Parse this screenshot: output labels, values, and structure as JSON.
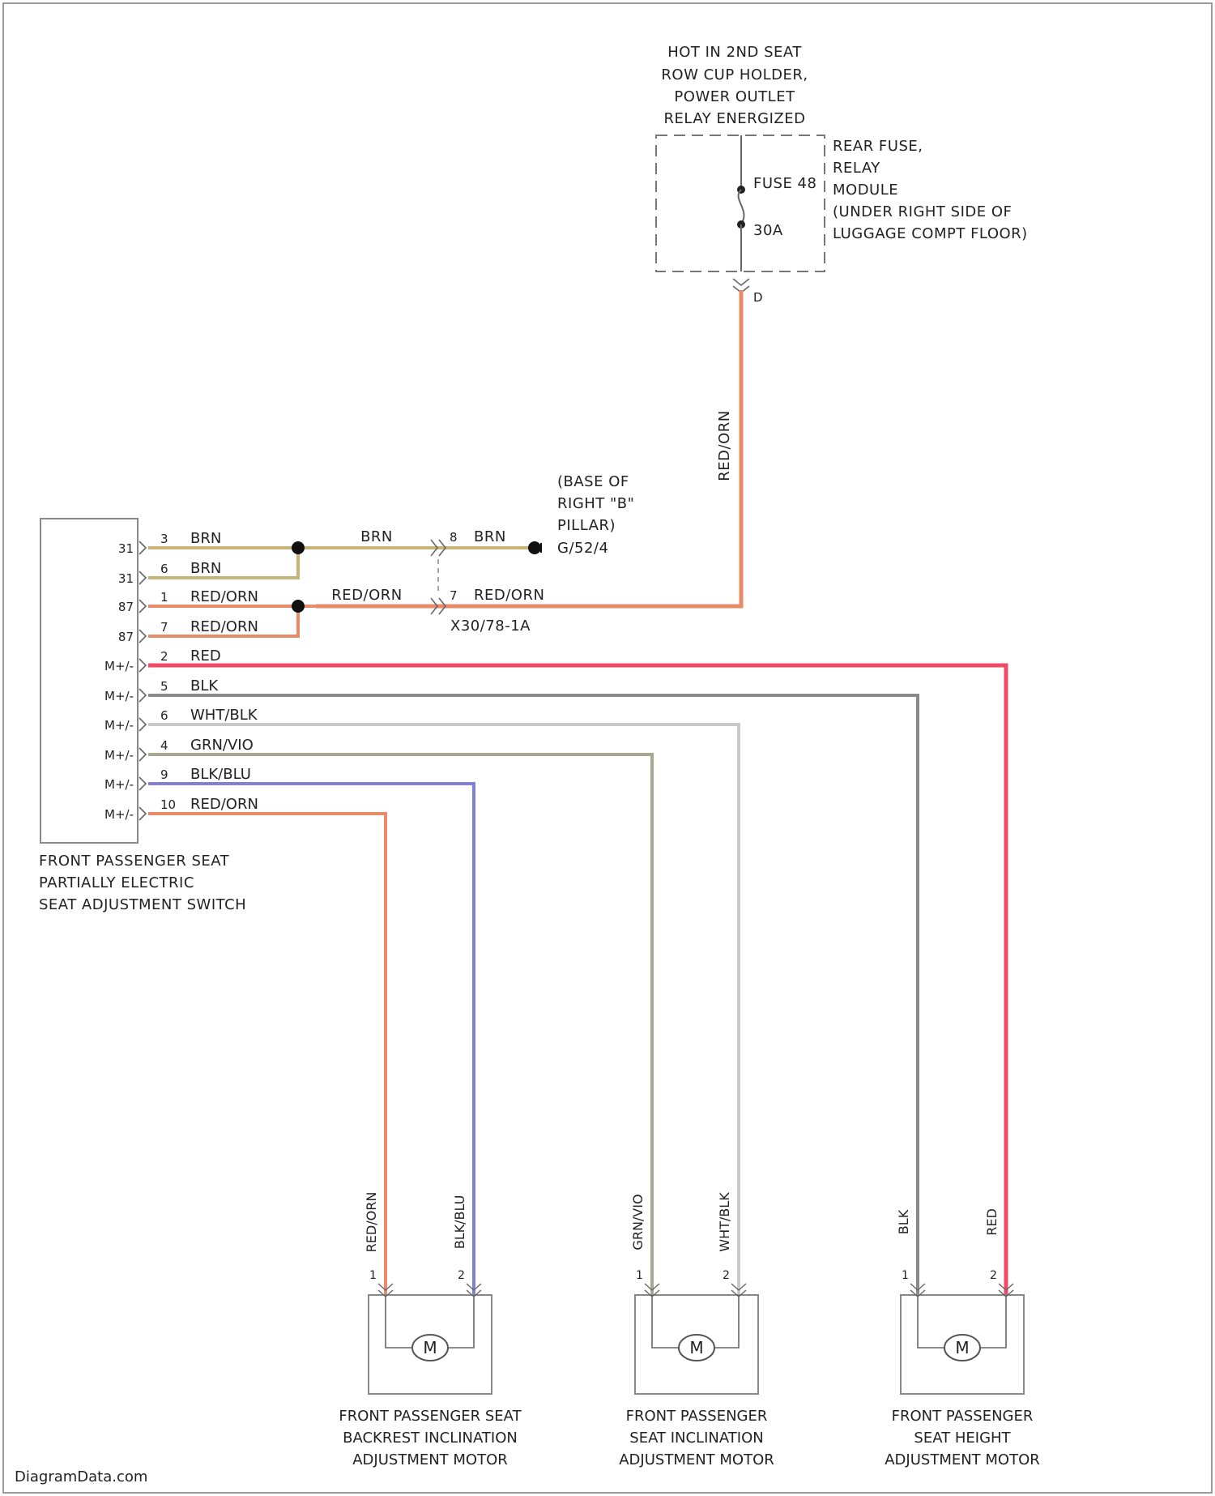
{
  "fuse_header": [
    "HOT IN 2ND SEAT",
    "ROW CUP HOLDER,",
    "POWER OUTLET",
    "RELAY ENERGIZED"
  ],
  "fuse_module_label": [
    "REAR FUSE,",
    "RELAY",
    "MODULE",
    "(UNDER RIGHT SIDE OF",
    "LUGGAGE COMPT FLOOR)"
  ],
  "fuse_name": "FUSE 48",
  "fuse_rating": "30A",
  "fuse_pin": "D",
  "vertical_feed_label": "RED/ORN",
  "ground_label": [
    "(BASE OF",
    "RIGHT \"B\"",
    "PILLAR)",
    "G/52/4"
  ],
  "connector_label": "X30/78-1A",
  "inline_brn_label": "BRN",
  "inline_red_label": "RED/ORN",
  "inline_pin_top": "8",
  "inline_pin_bottom": "7",
  "inline_brn_right": "BRN",
  "inline_red_right": "RED/ORN",
  "switch_label": [
    "FRONT PASSENGER SEAT",
    "PARTIALLY ELECTRIC",
    "SEAT ADJUSTMENT SWITCH"
  ],
  "switch_pins": [
    {
      "tag": "31",
      "pin": "3",
      "color_name": "BRN",
      "hex": "#c8b478"
    },
    {
      "tag": "31",
      "pin": "6",
      "color_name": "BRN",
      "hex": "#c8b478"
    },
    {
      "tag": "87",
      "pin": "1",
      "color_name": "RED/ORN",
      "hex": "#e98a68"
    },
    {
      "tag": "87",
      "pin": "7",
      "color_name": "RED/ORN",
      "hex": "#e98a68"
    },
    {
      "tag": "M+/-",
      "pin": "2",
      "color_name": "RED",
      "hex": "#f04a66"
    },
    {
      "tag": "M+/-",
      "pin": "5",
      "color_name": "BLK",
      "hex": "#8a8a8a"
    },
    {
      "tag": "M+/-",
      "pin": "6",
      "color_name": "WHT/BLK",
      "hex": "#c9c9c9"
    },
    {
      "tag": "M+/-",
      "pin": "4",
      "color_name": "GRN/VIO",
      "hex": "#a8a88e"
    },
    {
      "tag": "M+/-",
      "pin": "9",
      "color_name": "BLK/BLU",
      "hex": "#7f80d8"
    },
    {
      "tag": "M+/-",
      "pin": "10",
      "color_name": "RED/ORN",
      "hex": "#e98a68"
    }
  ],
  "motors": [
    {
      "name": [
        "FRONT PASSENGER SEAT",
        "BACKREST INCLINATION",
        "ADJUSTMENT MOTOR"
      ],
      "wires": [
        {
          "label": "RED/ORN",
          "pin": "1"
        },
        {
          "label": "BLK/BLU",
          "pin": "2"
        }
      ],
      "symbol": "M"
    },
    {
      "name": [
        "FRONT PASSENGER",
        "SEAT INCLINATION",
        "ADJUSTMENT MOTOR"
      ],
      "wires": [
        {
          "label": "GRN/VIO",
          "pin": "1"
        },
        {
          "label": "WHT/BLK",
          "pin": "2"
        }
      ],
      "symbol": "M"
    },
    {
      "name": [
        "FRONT PASSENGER",
        "SEAT HEIGHT",
        "ADJUSTMENT MOTOR"
      ],
      "wires": [
        {
          "label": "BLK",
          "pin": "1"
        },
        {
          "label": "RED",
          "pin": "2"
        }
      ],
      "symbol": "M"
    }
  ],
  "watermark": "DiagramData.com",
  "colors": {
    "brn": "#c8b478",
    "red_orn": "#e98a68",
    "red": "#f04a66",
    "blk": "#8a8a8a",
    "wht_blk": "#c9c9c9",
    "grn_vio": "#a8a88e",
    "blk_blu": "#7f80d8"
  }
}
